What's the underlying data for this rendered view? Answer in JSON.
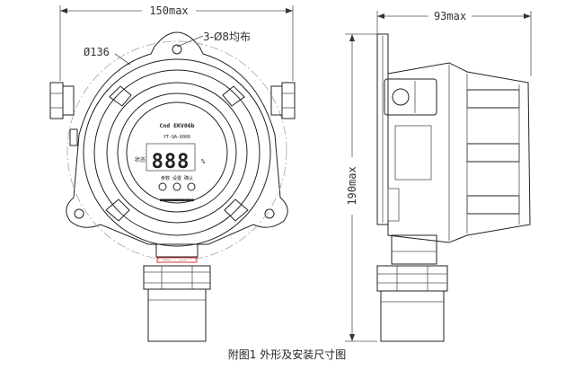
{
  "dimensions": {
    "width_label": "150max",
    "diameter_label": "Ø136",
    "holes_label": "3-Ø8均布",
    "side_width_label": "93max",
    "height_label": "190max"
  },
  "display": {
    "brand": "Cnd EKV06b",
    "model": "YT-QA-6000",
    "readout": "888",
    "unit": "%",
    "label_left": "状态",
    "buttons": "参数  设置  确认",
    "company": "■■■■■■■■■■■■■■"
  },
  "caption": "附图1 外形及安装尺寸图"
}
